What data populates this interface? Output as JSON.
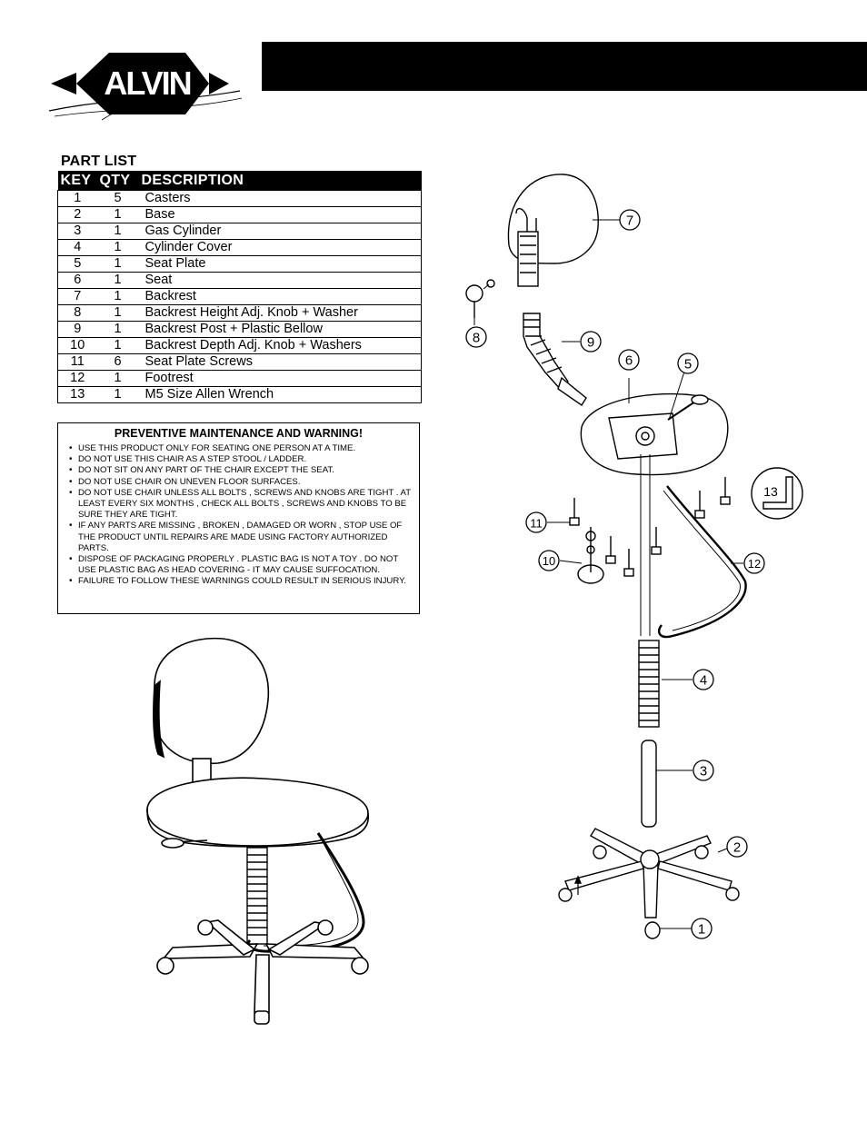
{
  "logo": {
    "text": "ALVIN",
    "registered": "®"
  },
  "part_list": {
    "title": "PART LIST",
    "headers": [
      "KEY",
      "QTY",
      "DESCRIPTION"
    ],
    "rows": [
      {
        "key": "1",
        "qty": "5",
        "desc": "Casters"
      },
      {
        "key": "2",
        "qty": "1",
        "desc": "Base"
      },
      {
        "key": "3",
        "qty": "1",
        "desc": "Gas Cylinder"
      },
      {
        "key": "4",
        "qty": "1",
        "desc": "Cylinder Cover"
      },
      {
        "key": "5",
        "qty": "1",
        "desc": "Seat Plate"
      },
      {
        "key": "6",
        "qty": "1",
        "desc": "Seat"
      },
      {
        "key": "7",
        "qty": "1",
        "desc": "Backrest"
      },
      {
        "key": "8",
        "qty": "1",
        "desc": "Backrest Height Adj. Knob + Washer"
      },
      {
        "key": "9",
        "qty": "1",
        "desc": "Backrest Post + Plastic Bellow"
      },
      {
        "key": "10",
        "qty": "1",
        "desc": "Backrest Depth Adj. Knob + Washers"
      },
      {
        "key": "11",
        "qty": "6",
        "desc": "Seat Plate Screws"
      },
      {
        "key": "12",
        "qty": "1",
        "desc": "Footrest"
      },
      {
        "key": "13",
        "qty": "1",
        "desc": "M5 Size Allen Wrench"
      }
    ]
  },
  "warning": {
    "title": "PREVENTIVE MAINTENANCE AND WARNING!",
    "items": [
      "USE THIS PRODUCT ONLY FOR SEATING ONE PERSON AT A TIME.",
      "DO NOT USE THIS CHAIR AS A STEP STOOL / LADDER.",
      "DO NOT SIT ON ANY PART OF THE CHAIR EXCEPT THE SEAT.",
      "DO NOT USE CHAIR ON UNEVEN FLOOR SURFACES.",
      "DO NOT USE CHAIR UNLESS ALL BOLTS , SCREWS AND KNOBS ARE TIGHT . AT LEAST EVERY SIX MONTHS , CHECK ALL BOLTS , SCREWS AND KNOBS TO BE SURE THEY ARE TIGHT.",
      "IF ANY PARTS ARE MISSING , BROKEN , DAMAGED OR WORN , STOP USE OF THE PRODUCT UNTIL REPAIRS ARE MADE USING FACTORY AUTHORIZED PARTS.",
      "DISPOSE OF PACKAGING PROPERLY . PLASTIC BAG IS NOT A TOY . DO NOT USE PLASTIC BAG AS HEAD COVERING - IT MAY CAUSE SUFFOCATION.",
      "FAILURE TO FOLLOW THESE WARNINGS COULD RESULT IN SERIOUS INJURY."
    ]
  },
  "callouts": [
    "1",
    "2",
    "3",
    "4",
    "5",
    "6",
    "7",
    "8",
    "9",
    "10",
    "11",
    "12",
    "13"
  ]
}
